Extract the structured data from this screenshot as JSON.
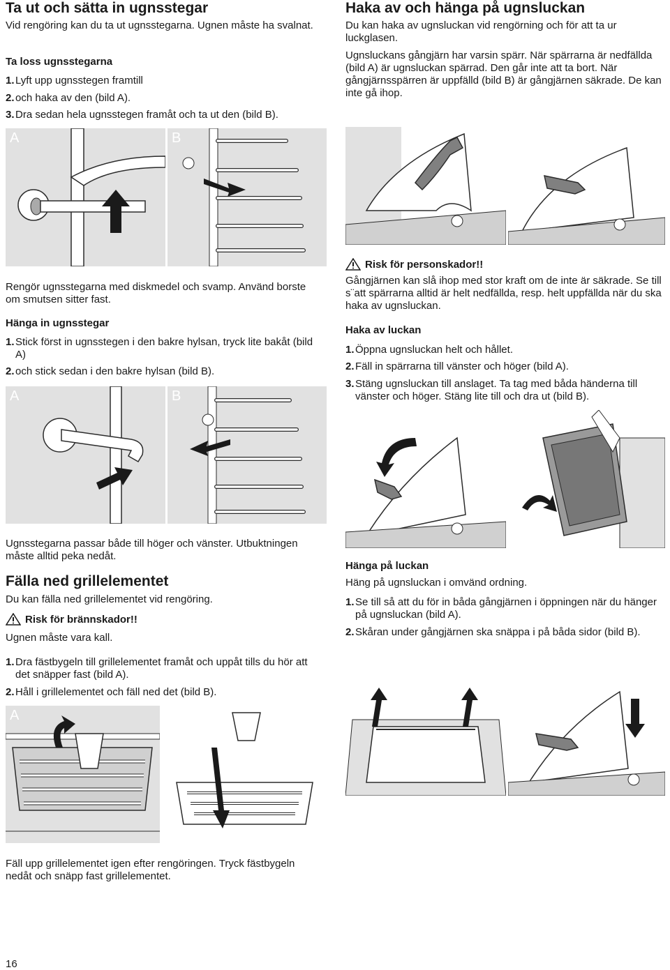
{
  "left": {
    "title": "Ta ut och sätta in ugnsstegar",
    "intro": "Vid rengöring kan du ta ut ugnsstegarna. Ugnen måste ha svalnat.",
    "remove_heading": "Ta loss ugnsstegarna",
    "remove_steps": [
      {
        "num": "1.",
        "text": "Lyft upp ugnsstegen framtill"
      },
      {
        "num": "2.",
        "text": "och haka av den (bild A)."
      },
      {
        "num": "3.",
        "text": "Dra sedan hela ugnsstegen framåt och ta ut den (bild B)."
      }
    ],
    "clean_text": "Rengör ugnsstegarna med diskmedel och svamp. Använd borste om smutsen sitter fast.",
    "insert_heading": "Hänga in ugnsstegar",
    "insert_steps": [
      {
        "num": "1.",
        "text": "Stick först in ugnsstegen i den bakre hylsan, tryck lite bakåt (bild A)"
      },
      {
        "num": "2.",
        "text": "och stick sedan i den bakre hylsan (bild B)."
      }
    ],
    "fit_text": "Ugnsstegarna passar både till höger och vänster. Utbuktningen måste alltid peka nedåt.",
    "grill_title": "Fälla ned grillelementet",
    "grill_intro": "Du kan fälla ned grillelementet vid rengöring.",
    "grill_warning": "Risk för brännskador!!",
    "grill_warning_text": "Ugnen måste vara kall.",
    "grill_steps": [
      {
        "num": "1.",
        "text": "Dra fästbygeln till grillelementet framåt och uppåt tills du hör att det snäpper fast (bild A)."
      },
      {
        "num": "2.",
        "text": "Håll i grillelementet och fäll ned det (bild B)."
      }
    ],
    "grill_outro": "Fäll upp grillelementet igen efter rengöringen. Tryck fästbygeln nedåt och snäpp fast grillelementet."
  },
  "right": {
    "title": "Haka av och hänga på ugnsluckan",
    "intro": "Du kan haka av ugnsluckan vid rengörning och för att ta ur luckglasen.",
    "hinge_text": "Ugnsluckans gångjärn har varsin spärr. När spärrarna är nedfällda (bild A) är ugnsluckan spärrad. Den går inte att ta bort. När gångjärnsspärren är uppfälld (bild B) är gångjärnen säkrade. De kan inte gå ihop.",
    "injury_warning": "Risk för personskador!!",
    "injury_text": "Gångjärnen kan slå ihop med stor kraft om de inte är säkrade. Se till s¨att spärrarna alltid är helt nedfällda, resp. helt uppfällda när du ska haka av ugnsluckan.",
    "remove_heading": "Haka av luckan",
    "remove_steps": [
      {
        "num": "1.",
        "text": "Öppna ugnsluckan helt och hållet."
      },
      {
        "num": "2.",
        "text": "Fäll in spärrarna till vänster och höger (bild A)."
      },
      {
        "num": "3.",
        "text": "Stäng ugnsluckan till anslaget. Ta tag med båda händerna till vänster och höger. Stäng lite till och dra ut (bild B)."
      }
    ],
    "hang_heading": "Hänga på luckan",
    "hang_intro": "Häng på ugnsluckan i omvänd ordning.",
    "hang_steps": [
      {
        "num": "1.",
        "text": "Se till så att du för in båda gångjärnen i öppningen när du hänger på ugnsluckan (bild A)."
      },
      {
        "num": "2.",
        "text": "Skåran under gångjärnen ska snäppa i på båda sidor (bild B)."
      }
    ]
  },
  "figure_labels": {
    "a": "A",
    "b": "B"
  },
  "page_number": "16",
  "colors": {
    "figure_bg": "#e1e1e1",
    "line": "#2b2b2b",
    "hinge_gray": "#808080"
  }
}
